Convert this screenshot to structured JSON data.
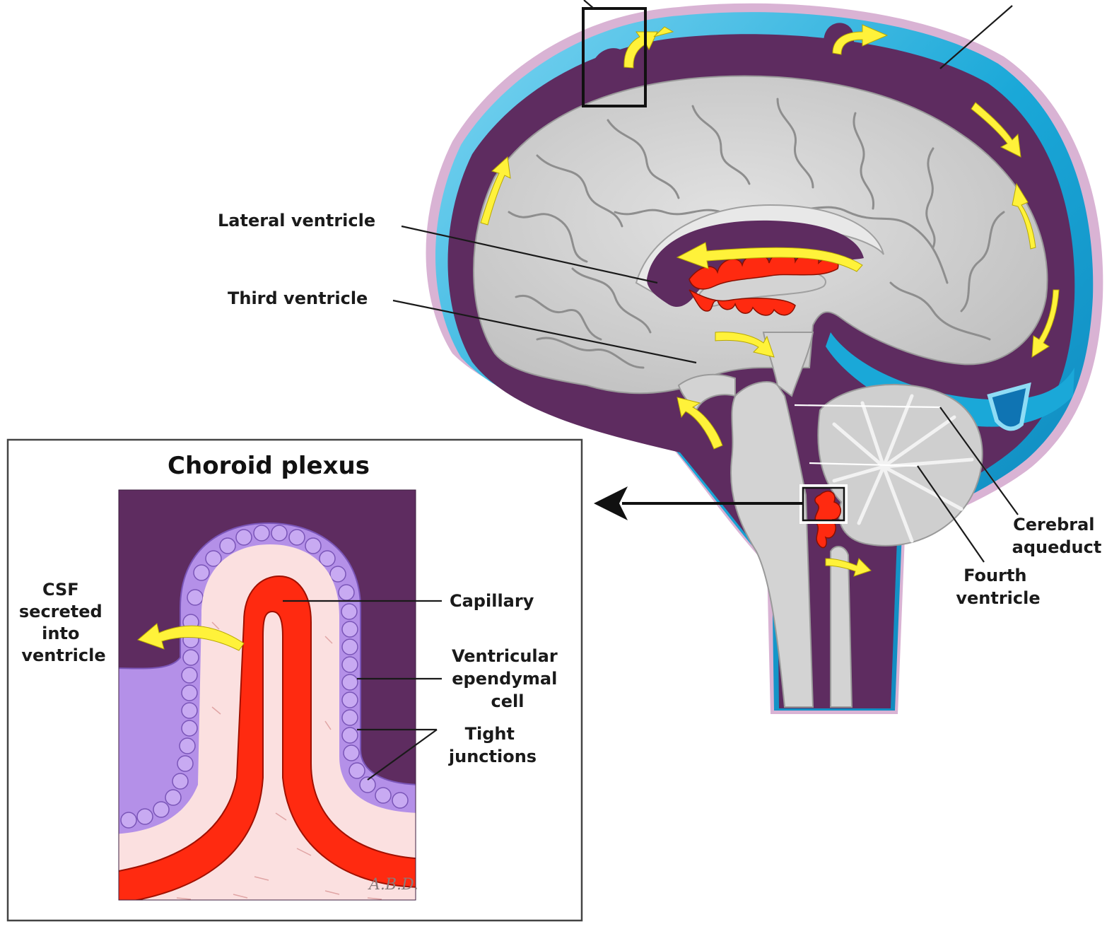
{
  "labels": {
    "lateral_ventricle": "Lateral ventricle",
    "third_ventricle": "Third ventricle",
    "cerebral_aqueduct": [
      "Cerebral",
      "aqueduct"
    ],
    "fourth_ventricle": [
      "Fourth",
      "ventricle"
    ]
  },
  "inset": {
    "title": "Choroid plexus",
    "csf": [
      "CSF",
      "secreted",
      "into",
      "ventricle"
    ],
    "capillary": "Capillary",
    "ependymal": [
      "Ventricular",
      "ependymal",
      "cell"
    ],
    "tight": [
      "Tight",
      "junctions"
    ],
    "signature": "A.B.D."
  },
  "colors": {
    "csf_space": "#5e2c60",
    "meninges": "#1aa8d8",
    "brain_tissue": "#d3d3d3",
    "choroid": "#ff2a10",
    "ependymal": "#b490e8",
    "flow_arrow": "#fff23a"
  }
}
